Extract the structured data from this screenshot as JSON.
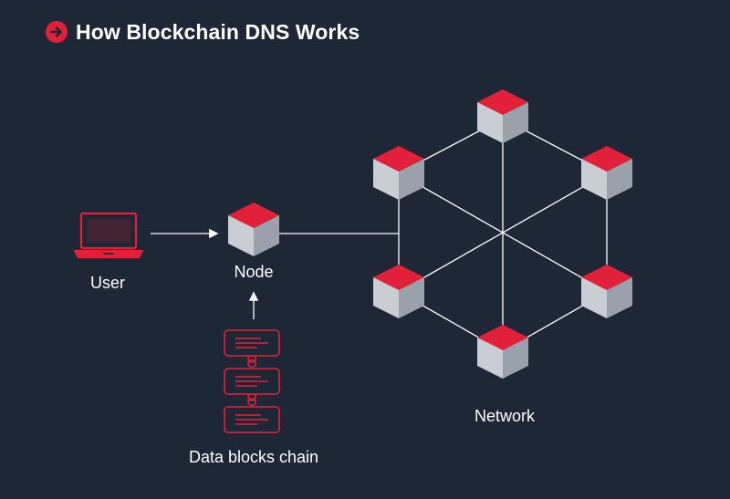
{
  "header": {
    "title": "How Blockchain DNS Works",
    "icon": "arrow-right-circle-icon"
  },
  "labels": {
    "user": "User",
    "node": "Node",
    "chain": "Data blocks chain",
    "network": "Network"
  },
  "colors": {
    "background": "#1e2735",
    "accent": "#e3203a",
    "cube_top": "#e3203a",
    "cube_left": "#c9cdd4",
    "cube_right": "#9ba1ab",
    "line": "#ffffff"
  }
}
